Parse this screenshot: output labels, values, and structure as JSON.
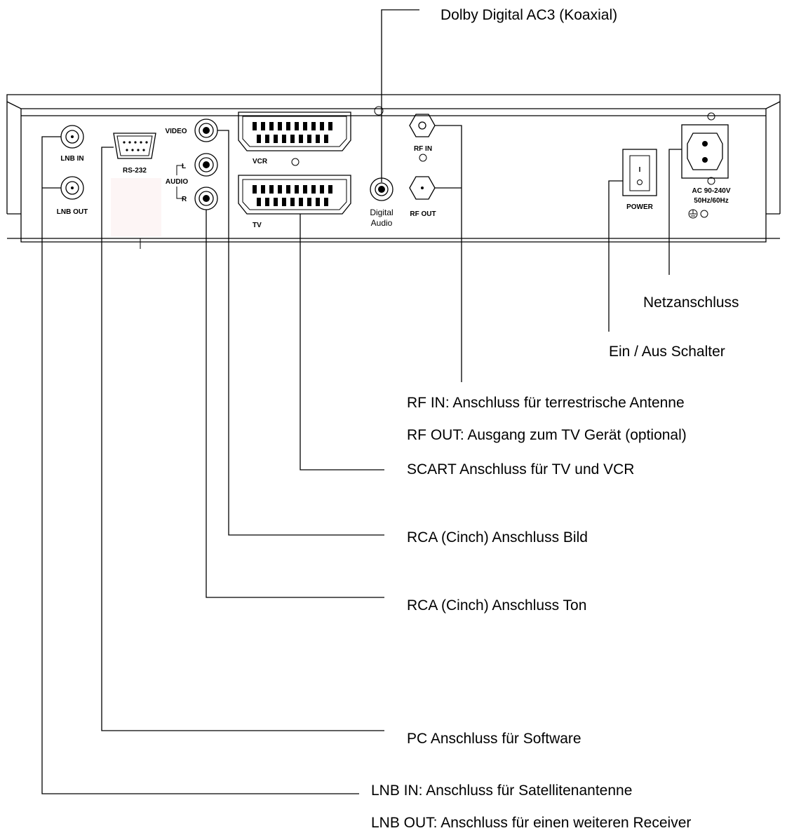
{
  "panel": {
    "lnb_in": "LNB IN",
    "lnb_out": "LNB OUT",
    "rs232": "RS-232",
    "video": "VIDEO",
    "audio": "AUDIO",
    "audio_l": "L",
    "audio_r": "R",
    "vcr": "VCR",
    "tv": "TV",
    "digital_audio_1": "Digital",
    "digital_audio_2": "Audio",
    "rf_in": "RF IN",
    "rf_out": "RF OUT",
    "power": "POWER",
    "power_switch_on": "I",
    "ac_line1": "AC 90-240V",
    "ac_line2": "50Hz/60Hz"
  },
  "callouts": {
    "dolby": "Dolby Digital AC3 (Koaxial)",
    "netz": "Netzanschluss",
    "schalter": "Ein / Aus Schalter",
    "rf_in": "RF IN: Anschluss für terrestrische Antenne",
    "rf_out": "RF OUT: Ausgang zum TV Gerät (optional)",
    "scart": "SCART Anschluss für TV und VCR",
    "rca_bild": "RCA (Cinch) Anschluss Bild",
    "rca_ton": "RCA (Cinch) Anschluss Ton",
    "pc": "PC Anschluss für Software",
    "lnb_in": "LNB IN: Anschluss für Satellitenantenne",
    "lnb_out": "LNB OUT: Anschluss für einen weiteren Receiver"
  }
}
